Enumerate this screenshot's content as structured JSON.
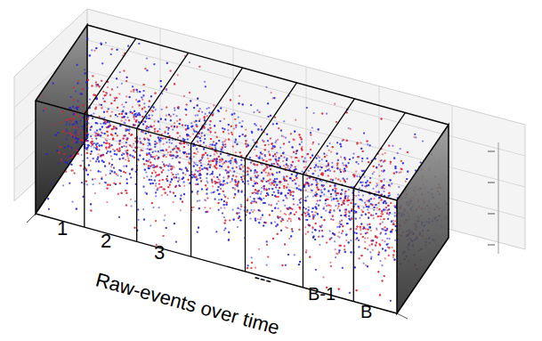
{
  "diagram": {
    "labels": [
      "1",
      "2",
      "3",
      "---",
      "B-1",
      "B",
      "Raw-events over time"
    ]
  }
}
